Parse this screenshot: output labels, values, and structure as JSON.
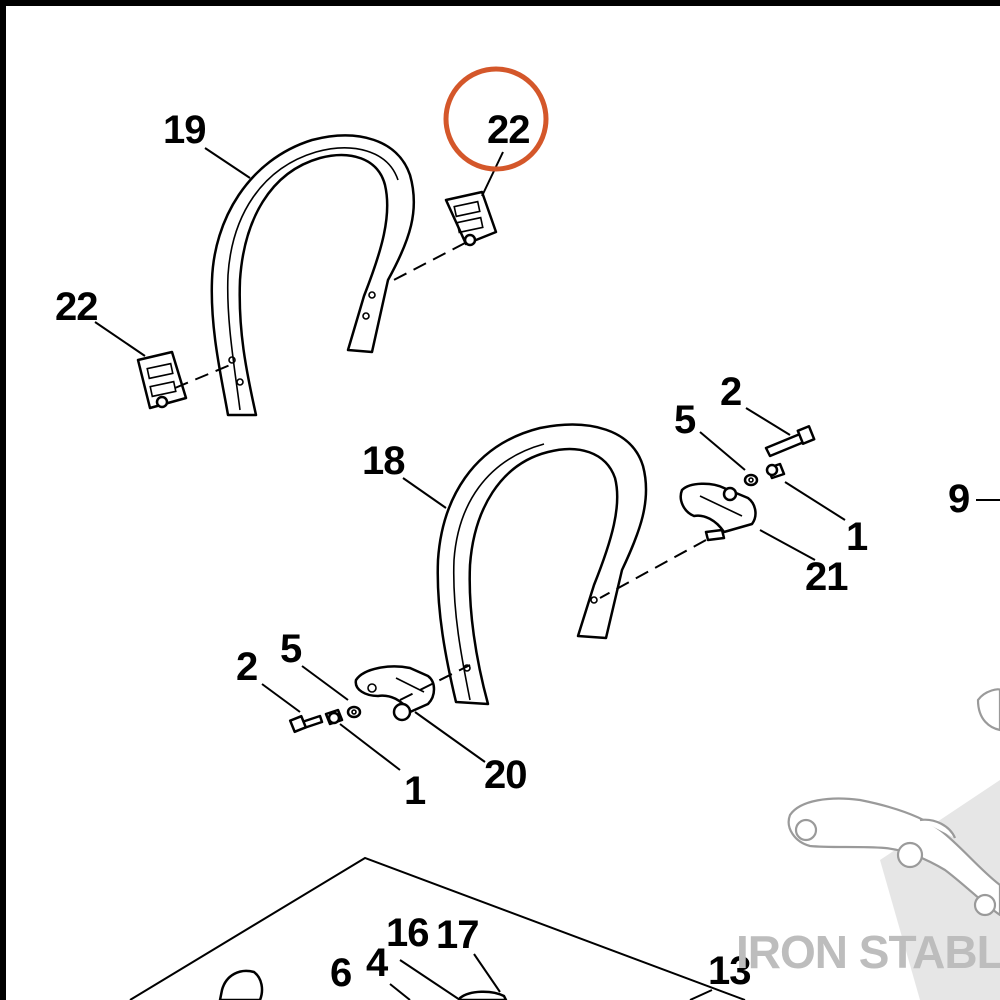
{
  "diagram": {
    "callouts": [
      {
        "id": "c19",
        "label": "19"
      },
      {
        "id": "c22a",
        "label": "22"
      },
      {
        "id": "c22b",
        "label": "22"
      },
      {
        "id": "c18",
        "label": "18"
      },
      {
        "id": "c2a",
        "label": "2"
      },
      {
        "id": "c5a",
        "label": "5"
      },
      {
        "id": "c1a",
        "label": "1"
      },
      {
        "id": "c21",
        "label": "21"
      },
      {
        "id": "c9",
        "label": "9"
      },
      {
        "id": "c2b",
        "label": "2"
      },
      {
        "id": "c5b",
        "label": "5"
      },
      {
        "id": "c20",
        "label": "20"
      },
      {
        "id": "c1b",
        "label": "1"
      },
      {
        "id": "c16",
        "label": "16"
      },
      {
        "id": "c17",
        "label": "17"
      },
      {
        "id": "c6",
        "label": "6"
      },
      {
        "id": "c4",
        "label": "4"
      },
      {
        "id": "c13",
        "label": "13"
      }
    ],
    "highlight": {
      "label": "22",
      "color": "#d4572a"
    },
    "watermark": "IRON STABLE",
    "colors": {
      "line": "#000000",
      "background": "#ffffff",
      "watermark": "#bdbdbd"
    }
  }
}
